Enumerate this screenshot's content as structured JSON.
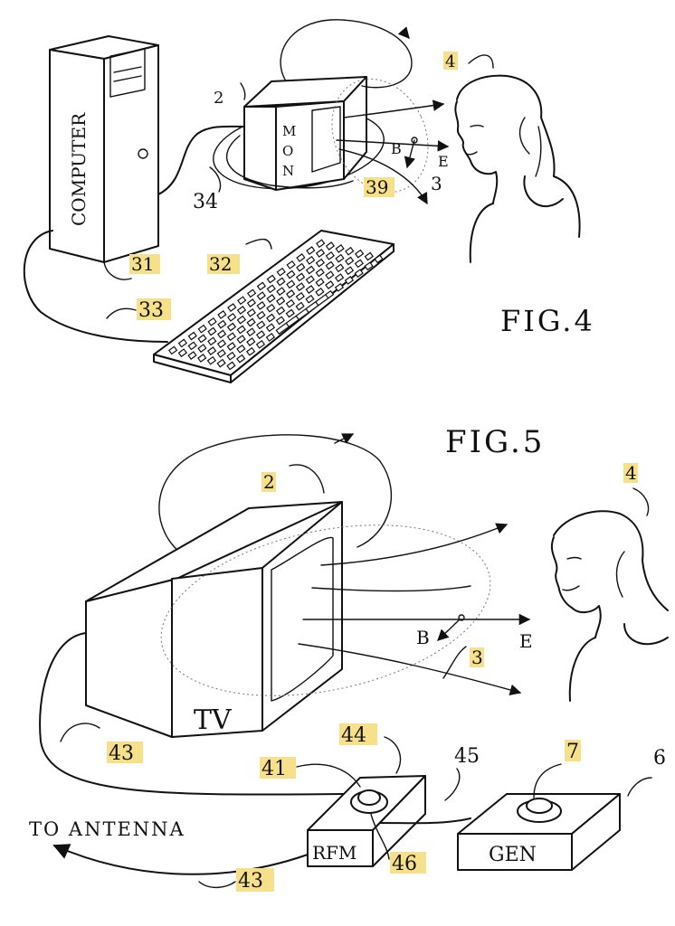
{
  "colors": {
    "ink": "#111111",
    "highlight": "#f7e08a",
    "background": "#ffffff"
  },
  "fig4": {
    "title": "FIG.4",
    "computer_label": "COMPUTER",
    "monitor_label": [
      "M",
      "O",
      "N"
    ],
    "labels": {
      "l4": "4",
      "l2": "2",
      "l34": "34",
      "l39": "39",
      "l3": "3",
      "l31": "31",
      "l32": "32",
      "l33": "33",
      "lB": "B",
      "lE": "E"
    }
  },
  "fig5": {
    "title": "FIG.5",
    "tv_label": "TV",
    "rfm_label": "RFM",
    "gen_label": "GEN",
    "antenna_label": "TO ANTENNA",
    "labels": {
      "l2": "2",
      "l4": "4",
      "lB": "B",
      "lE": "E",
      "l3": "3",
      "l43a": "43",
      "l44": "44",
      "l41": "41",
      "l45": "45",
      "l7": "7",
      "l6": "6",
      "l46": "46",
      "l43b": "43"
    }
  }
}
